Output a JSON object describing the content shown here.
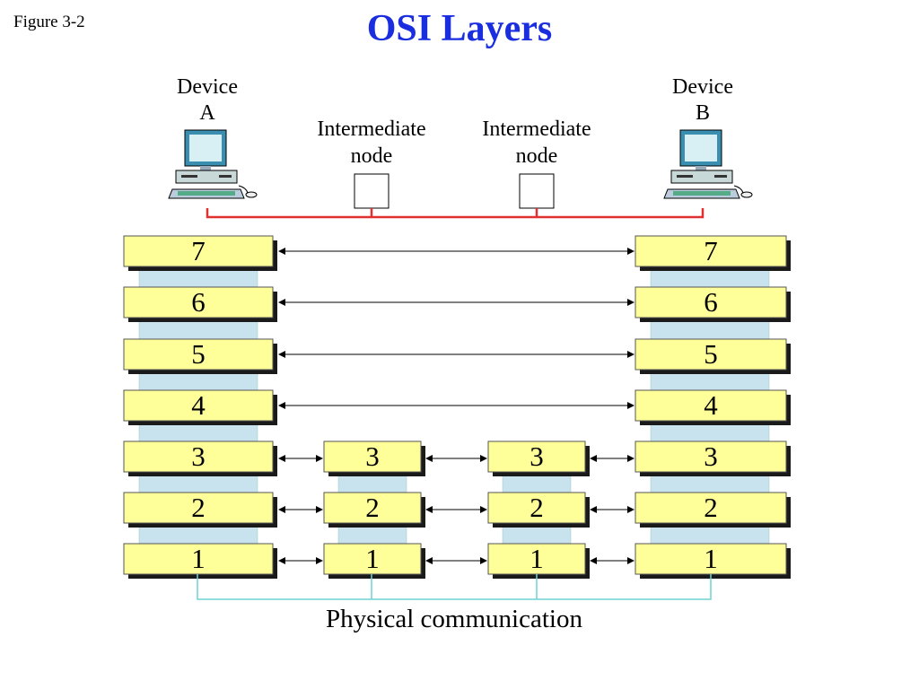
{
  "figure_label": "Figure 3-2",
  "title": "OSI Layers",
  "devices": [
    {
      "line1": "Device",
      "line2": "A"
    },
    {
      "line1": "Device",
      "line2": "B"
    }
  ],
  "intermediate_nodes": [
    {
      "line1": "Intermediate",
      "line2": "node"
    },
    {
      "line1": "Intermediate",
      "line2": "node"
    }
  ],
  "stacks": [
    {
      "name": "device-a",
      "layers": [
        "7",
        "6",
        "5",
        "4",
        "3",
        "2",
        "1"
      ]
    },
    {
      "name": "intermediate-node-1",
      "layers": [
        "3",
        "2",
        "1"
      ]
    },
    {
      "name": "intermediate-node-2",
      "layers": [
        "3",
        "2",
        "1"
      ]
    },
    {
      "name": "device-b",
      "layers": [
        "7",
        "6",
        "5",
        "4",
        "3",
        "2",
        "1"
      ]
    }
  ],
  "footer_label": "Physical communication",
  "colors": {
    "title": "#1a2ee0",
    "layer_fill": "#ffff99",
    "connector_fill": "#c8e2ee",
    "link_line": "#e03030",
    "physical_line": "#6fd4d4"
  },
  "icons": [
    "computer-icon",
    "node-box-icon"
  ]
}
